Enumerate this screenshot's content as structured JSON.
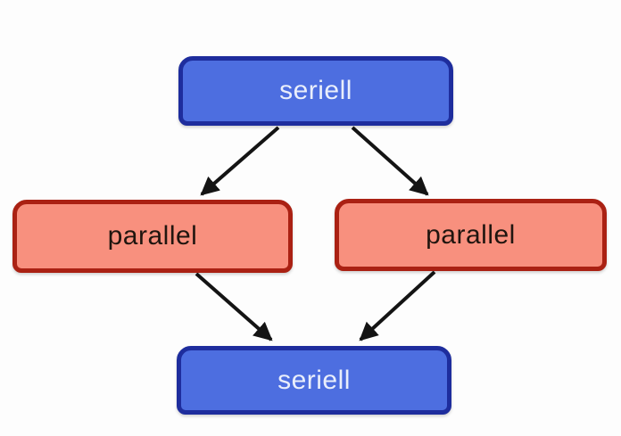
{
  "diagram": {
    "background_color": "#fdfdfd",
    "arrow_color": "#141414",
    "nodes": {
      "top_seriell": {
        "label": "seriell",
        "fill": "#4d6ee0",
        "border": "#1e2d9d",
        "text_color": "#e9eefb"
      },
      "left_parallel": {
        "label": "parallel",
        "fill": "#f8907e",
        "border": "#aa2113",
        "text_color": "#20150f"
      },
      "right_parallel": {
        "label": "parallel",
        "fill": "#f8907e",
        "border": "#aa2113",
        "text_color": "#20150f"
      },
      "bottom_seriell": {
        "label": "seriell",
        "fill": "#4d6ee0",
        "border": "#1e2d9d",
        "text_color": "#e9eefb"
      }
    },
    "edges": [
      {
        "from": "top_seriell",
        "to": "left_parallel"
      },
      {
        "from": "top_seriell",
        "to": "right_parallel"
      },
      {
        "from": "left_parallel",
        "to": "bottom_seriell"
      },
      {
        "from": "right_parallel",
        "to": "bottom_seriell"
      }
    ]
  }
}
